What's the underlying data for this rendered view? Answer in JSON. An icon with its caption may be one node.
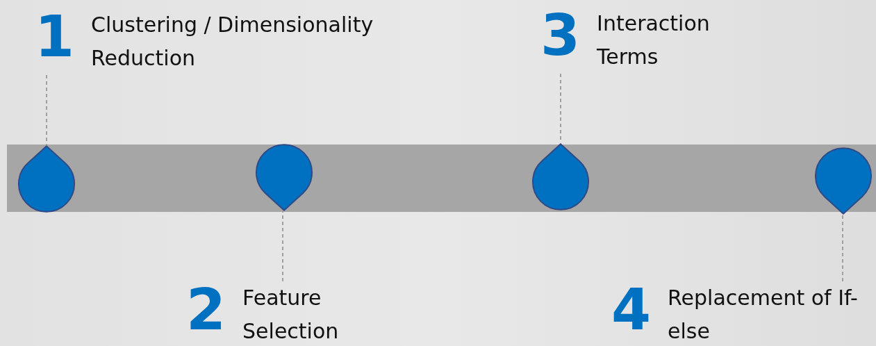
{
  "diagram": {
    "nodes": [
      {
        "text": [
          "1",
          "Clustering / Dimensionality Reduction"
        ]
      },
      {
        "text": [
          "2",
          "Feature Selection"
        ]
      },
      {
        "text": [
          "3",
          "Interaction Terms"
        ]
      },
      {
        "text": [
          "4",
          "Replacement of If-else"
        ]
      },
      {
        "text": [],
        "shape": "drop"
      },
      {
        "text": [],
        "shape": "drop"
      },
      {
        "text": [],
        "shape": "drop"
      },
      {
        "text": [],
        "shape": "drop"
      }
    ],
    "edges": [
      {
        "from": 0,
        "to": 4,
        "arrow": "none",
        "style": "dashed"
      },
      {
        "from": 1,
        "to": 5,
        "arrow": "none",
        "style": "dashed"
      },
      {
        "from": 2,
        "to": 6,
        "arrow": "none",
        "style": "dashed"
      },
      {
        "from": 3,
        "to": 7,
        "arrow": "none",
        "style": "dashed"
      }
    ]
  }
}
